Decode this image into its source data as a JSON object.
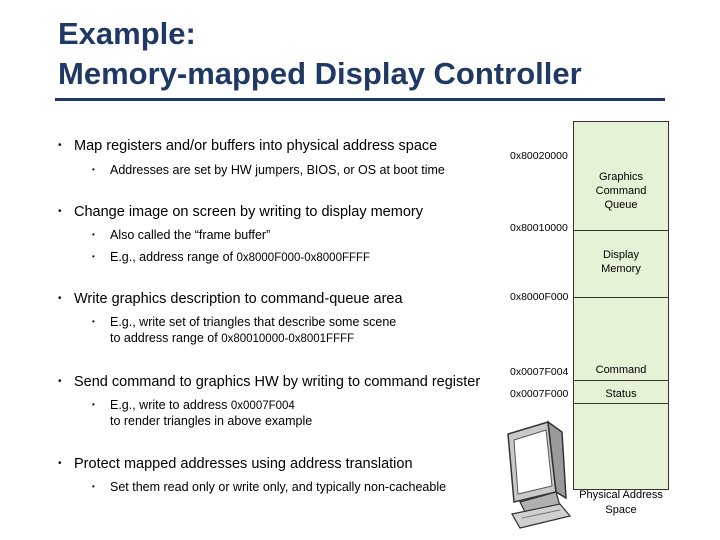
{
  "title": {
    "line1": "Example:",
    "line2": "Memory-mapped Display Controller"
  },
  "bullets": [
    {
      "text": "Map registers and/or buffers into physical address space",
      "subs": [
        "Addresses are set by HW jumpers, BIOS, or OS at boot time"
      ]
    },
    {
      "text": "Change image on screen by writing to display memory",
      "subs": [
        "Also called the “frame buffer”",
        "E.g., address range of ",
        "0x8000F000-0x8000FFFF"
      ]
    },
    {
      "text": "Write graphics description to command-queue area",
      "subs": [
        "E.g., write set of triangles that describe some scene",
        "to address range of ",
        "0x80010000-0x8001FFFF"
      ]
    },
    {
      "text": "Send command to graphics HW by writing to command register",
      "subs": [
        "E.g., write to address ",
        "0x0007F004",
        "to render triangles in above example"
      ]
    },
    {
      "text": "Protect mapped addresses using address translation",
      "subs": [
        "Set them read only or write only, and typically non-cacheable"
      ]
    }
  ],
  "memory_map": {
    "addresses": [
      "0x80020000",
      "0x80010000",
      "0x8000F000",
      "0x0007F004",
      "0x0007F000"
    ],
    "regions": [
      "Graphics Command Queue",
      "Display Memory",
      "Command",
      "Status"
    ],
    "caption": "Physical Address Space",
    "fill_color": "#e6f2d6"
  },
  "colors": {
    "title": "#1f3864"
  },
  "icons": [
    "computer-monitor-icon"
  ]
}
